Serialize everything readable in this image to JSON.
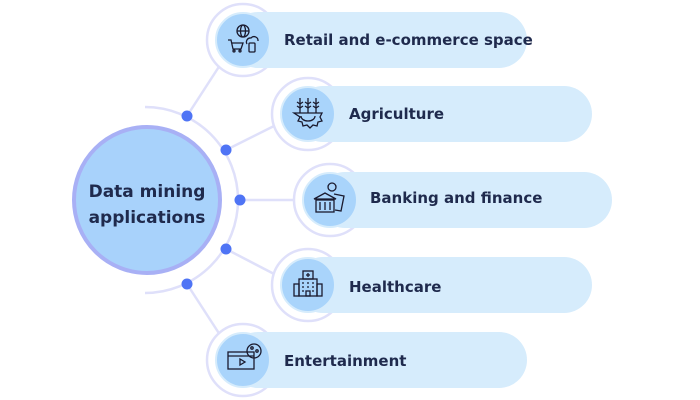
{
  "center": {
    "line1": "Data mining",
    "line2": "applications"
  },
  "items": [
    {
      "label": "Retail and e-commerce space",
      "icon": "shopping-cart-globe-icon"
    },
    {
      "label": "Agriculture",
      "icon": "crops-gear-icon"
    },
    {
      "label": "Banking and finance",
      "icon": "bank-money-icon"
    },
    {
      "label": "Healthcare",
      "icon": "hospital-icon"
    },
    {
      "label": "Entertainment",
      "icon": "video-player-film-icon"
    }
  ],
  "colors": {
    "pill": "#d6ecfc",
    "icon_circle": "#a9d4fb",
    "ring": "#dfe0fa",
    "center_fill": "#a8d2fb",
    "center_border": "#a8b0f5",
    "dot": "#4f74f5",
    "text": "#1f2a4d"
  }
}
